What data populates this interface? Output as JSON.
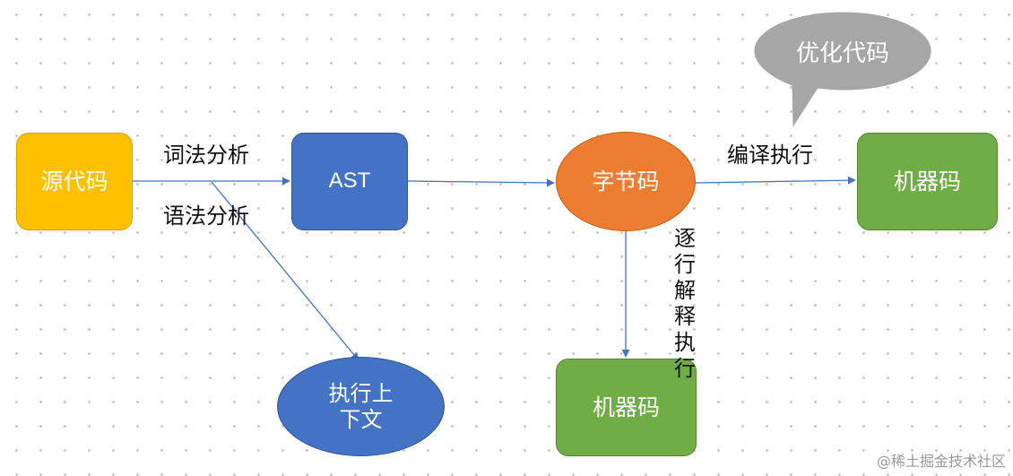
{
  "nodes": {
    "source": "源代码",
    "ast": "AST",
    "bytecode": "字节码",
    "machine_code_compiled": "机器码",
    "machine_code_interpreted": "机器码",
    "execution_context": "执行上下文",
    "optimize_bubble": "优化代码"
  },
  "edges": {
    "lexical_analysis": "词法分析",
    "syntax_analysis": "语法分析",
    "compile_execute": "编译执行",
    "interpret_line_by_line": "逐行解释执行"
  },
  "watermark": "@稀土掘金技术社区",
  "colors": {
    "source": "#ffc000",
    "ast": "#4472c4",
    "bytecode": "#ed7d31",
    "machine_code": "#70ad47",
    "execution_context": "#4472c4",
    "bubble": "#a6a6a6",
    "arrow": "#4472c4"
  }
}
